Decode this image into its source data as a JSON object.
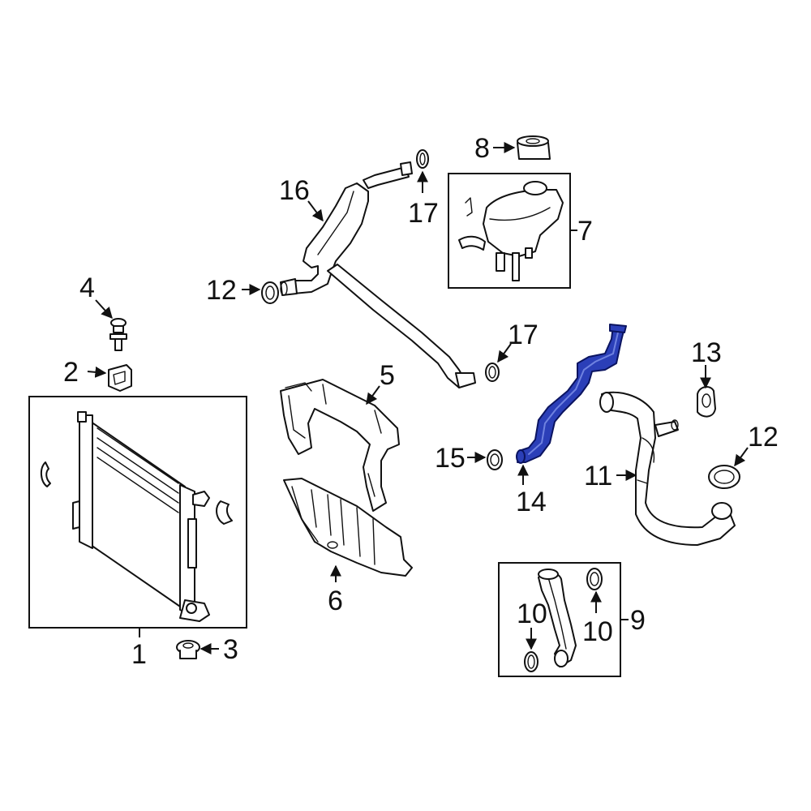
{
  "colors": {
    "background": "#ffffff",
    "line": "#111111",
    "highlight": "#2b3fb8"
  },
  "highlighted_part": "14",
  "labels": {
    "l1": "1",
    "l2": "2",
    "l3": "3",
    "l4": "4",
    "l5": "5",
    "l6": "6",
    "l7": "7",
    "l8": "8",
    "l9": "9",
    "l10a": "10",
    "l10b": "10",
    "l11": "11",
    "l12a": "12",
    "l12b": "12",
    "l13": "13",
    "l14": "14",
    "l15": "15",
    "l16": "16",
    "l17a": "17",
    "l17b": "17"
  }
}
